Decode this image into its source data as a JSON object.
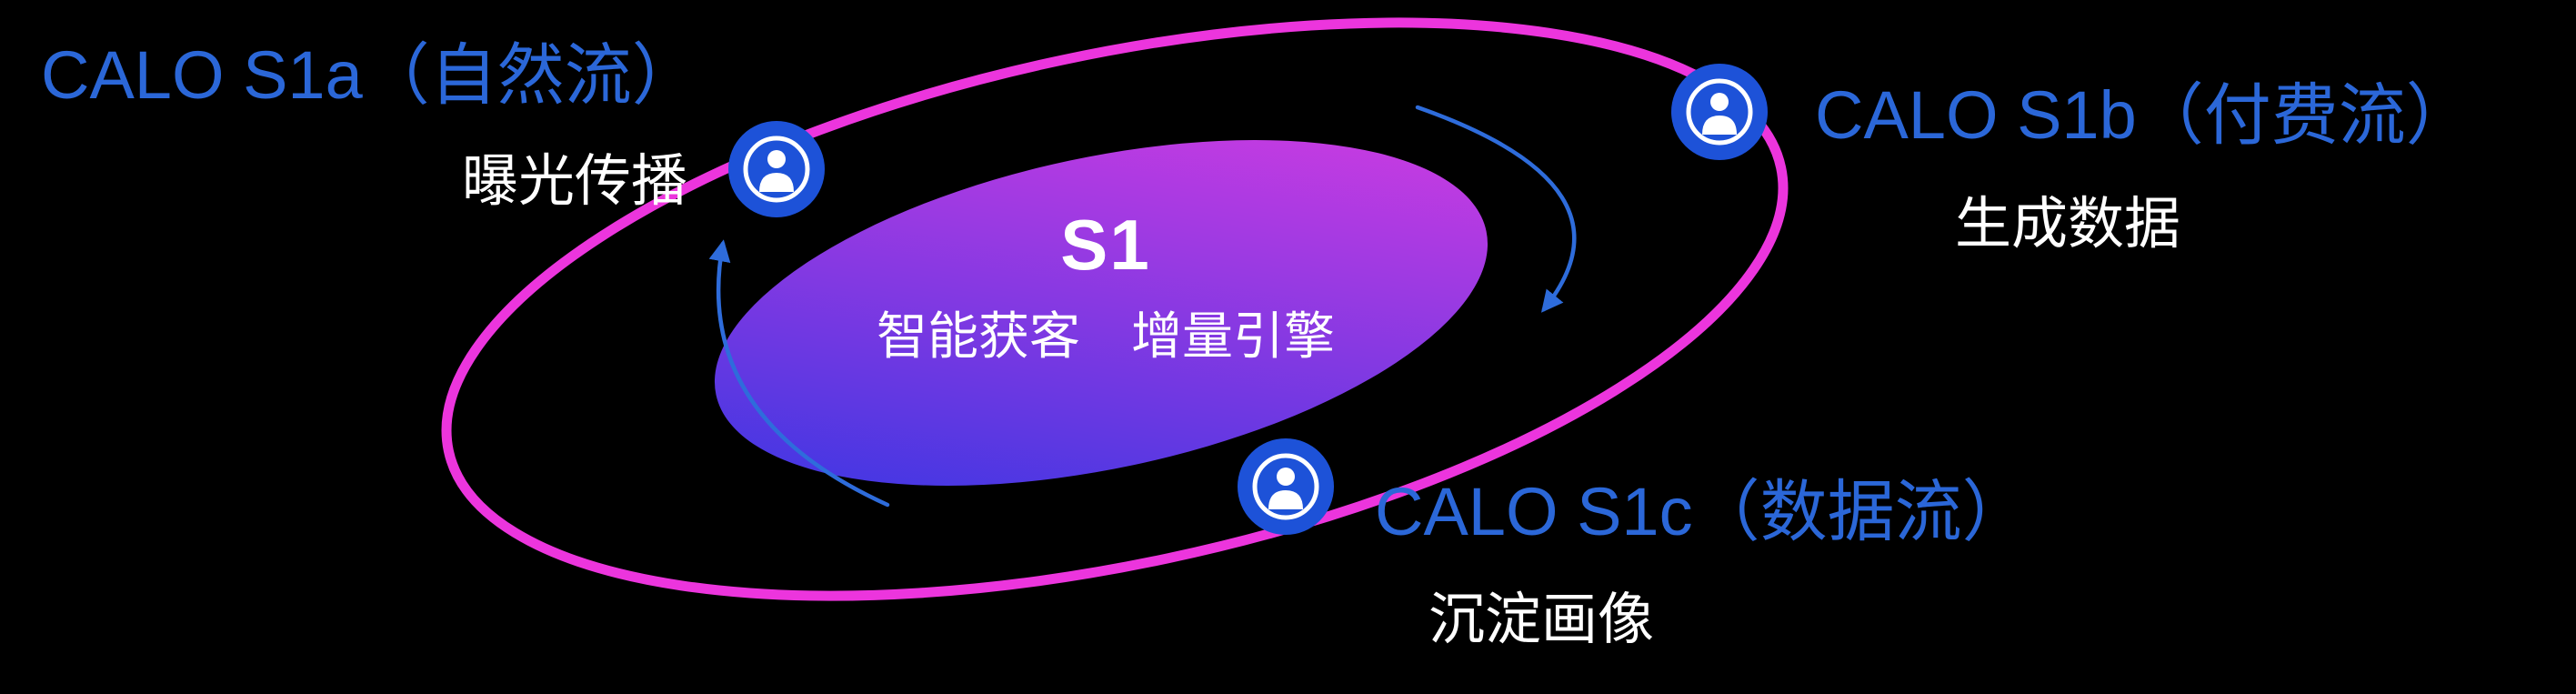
{
  "center": {
    "title": "S1",
    "subtitle": "智能获客　增量引擎"
  },
  "nodes": {
    "s1a": {
      "label": "CALO S1a（自然流）",
      "sublabel": "曝光传播"
    },
    "s1b": {
      "label": "CALO S1b（付费流）",
      "sublabel": "生成数据"
    },
    "s1c": {
      "label": "CALO S1c（数据流）",
      "sublabel": "沉淀画像"
    }
  },
  "icons": {
    "node_icon": "user-in-circle-icon"
  },
  "colors": {
    "background": "#000000",
    "ring": "#ec35dd",
    "gradient_start": "#2f36e3",
    "gradient_end": "#db3ce1",
    "label_text": "#2b67d8",
    "sub_text": "#ffffff",
    "center_text": "#ffffff",
    "icon_fill": "#1d52d8",
    "icon_glyph": "#ffffff",
    "arrow": "#2e6cdb"
  }
}
